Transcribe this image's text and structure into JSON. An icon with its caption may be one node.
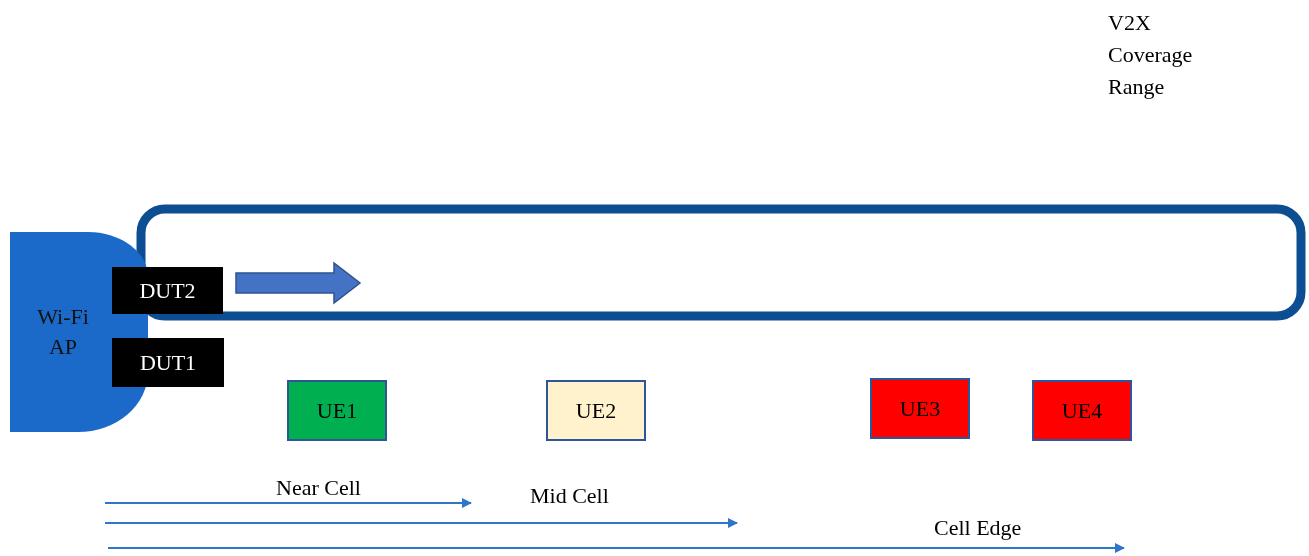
{
  "diagram": {
    "nodes": [
      {
        "text": [
          "Wi-Fi AP"
        ]
      },
      {
        "text": [
          "DUT2"
        ]
      },
      {
        "text": [
          "DUT1"
        ]
      },
      {
        "text": [
          "UE1"
        ]
      },
      {
        "text": [
          "UE2"
        ]
      },
      {
        "text": [
          "UE3"
        ]
      },
      {
        "text": [
          "UE4"
        ]
      }
    ],
    "labels": [
      "V2X Coverage Range",
      "Near Cell",
      "Mid Cell",
      "Cell Edge"
    ]
  }
}
